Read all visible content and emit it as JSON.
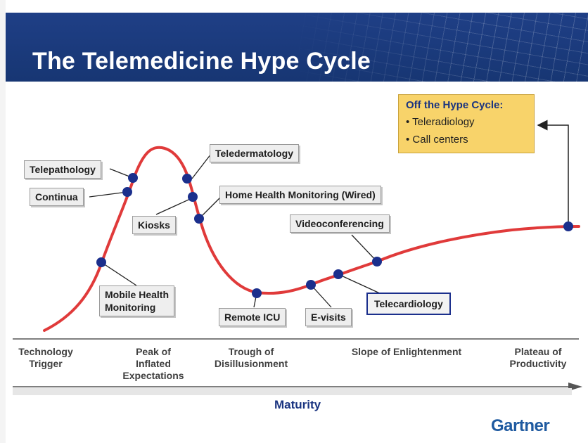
{
  "title": "The Telemedicine Hype Cycle",
  "curve_labels": {
    "telepathology": "Telepathology",
    "continua": "Continua",
    "kiosks": "Kiosks",
    "teledermatology": "Teledermatology",
    "home_health": "Home Health Monitoring (Wired)",
    "videoconferencing": "Videoconferencing",
    "mobile_health_line1": "Mobile Health",
    "mobile_health_line2": "Monitoring",
    "remote_icu": "Remote ICU",
    "evisits": "E-visits",
    "telecardiology": "Telecardiology"
  },
  "off_hype": {
    "title": "Off the Hype Cycle:",
    "items": [
      "• Teleradiology",
      "• Call centers"
    ]
  },
  "phases": [
    {
      "line1": "Technology",
      "line2": "Trigger",
      "line3": ""
    },
    {
      "line1": "Peak of",
      "line2": "Inflated",
      "line3": "Expectations"
    },
    {
      "line1": "Trough of",
      "line2": "Disillusionment",
      "line3": ""
    },
    {
      "line1": "Slope of Enlightenment",
      "line2": "",
      "line3": ""
    },
    {
      "line1": "Plateau of",
      "line2": "Productivity",
      "line3": ""
    }
  ],
  "axis_label": "Maturity",
  "brand": "Gartner",
  "colors": {
    "curve": "#e03a3a",
    "marker": "#1b2f8c",
    "header": "#1f3f86",
    "highlight_border": "#1b2f8c",
    "off_box": "#f8d36a"
  }
}
